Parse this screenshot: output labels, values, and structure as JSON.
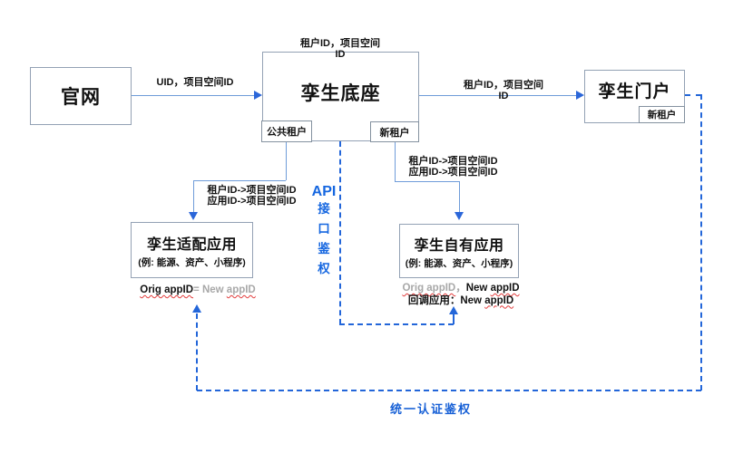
{
  "diagram": {
    "nodes": {
      "official_site": {
        "label": "官网"
      },
      "twin_base": {
        "label": "孪生底座",
        "top_caption": [
          "租户ID，项目空间",
          "ID"
        ],
        "tenant_public": "公共租户",
        "tenant_new": "新租户"
      },
      "twin_portal": {
        "label": "孪生门户",
        "tenant_new": "新租户"
      },
      "adapter_app": {
        "title": "孪生适配应用",
        "subtitle": "(例: 能源、资产、小程序)"
      },
      "own_app": {
        "title": "孪生自有应用",
        "subtitle": "(例: 能源、资产、小程序)"
      }
    },
    "edges": {
      "site_to_base": "UID，项目空间ID",
      "base_to_portal": [
        "租户ID，项目空间",
        "ID"
      ],
      "public_to_adapter": [
        "租户ID->项目空间ID",
        "应用ID->项目空间ID"
      ],
      "new_to_own": [
        "租户ID->项目空间ID",
        "应用ID->项目空间ID"
      ]
    },
    "annotations": {
      "api_auth": {
        "head": "API",
        "vertical": [
          "接",
          "口",
          "鉴",
          "权"
        ]
      },
      "unified_auth": "统一认证鉴权",
      "adapter_mapping": [
        "Orig appID",
        "= ",
        "New ",
        "appID"
      ],
      "own_mapping_line1": [
        "Orig appID",
        "，",
        "New ",
        "appID"
      ],
      "own_mapping_line2": [
        "回调应用：",
        "New ",
        "appID"
      ]
    },
    "colors": {
      "solid_line": "#6f9cd9",
      "arrow_head": "#2b66d9",
      "dashed_line": "#2366d9",
      "blue_text": "#1667e0",
      "gray_text": "#a8a8a8",
      "wavy_underline": "#e23b3b",
      "box_border": "#93a1b4"
    }
  }
}
